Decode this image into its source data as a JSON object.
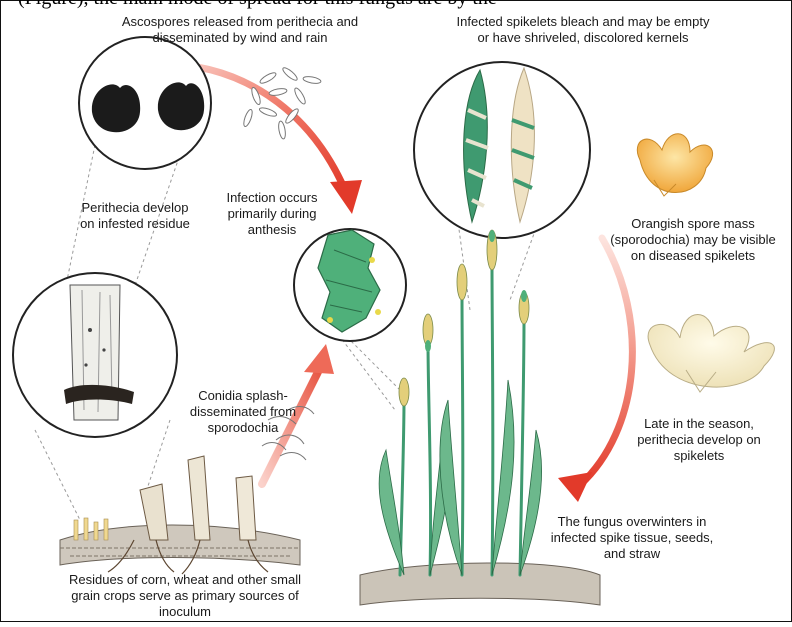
{
  "caption_fragment": "(Figure), the main mode of spread for this fungus are by the",
  "colors": {
    "arrow": "#e23a2a",
    "arrow_fade": "#f7c8c0",
    "leaf_green": "#3f9a70",
    "spore_mass": "#f3b544",
    "bleached": "#efe2c4",
    "residue": "#8a6f55"
  },
  "labels": {
    "ascospores": "Ascospores released from perithecia and\ndisseminated by wind and rain",
    "infected_spikelets": "Infected spikelets bleach and may be empty\nor have shriveled, discolored kernels",
    "perithecia_develop": "Perithecia develop\non infested residue",
    "infection_occurs": "Infection occurs\nprimarily during\nanthesis",
    "orangish_spore_mass": "Orangish spore mass\n(sporodochia) may be visible\non diseased spikelets",
    "conidia_splash": "Conidia splash-\ndisseminated from\nsporodochia",
    "late_season": "Late in the season,\nperithecia develop on\nspikelets",
    "overwinters": "The fungus overwinters in\ninfected spike tissue, seeds,\nand straw",
    "residues": "Residues of corn, wheat and other small\ngrain crops serve as primary sources of\ninoculum"
  }
}
